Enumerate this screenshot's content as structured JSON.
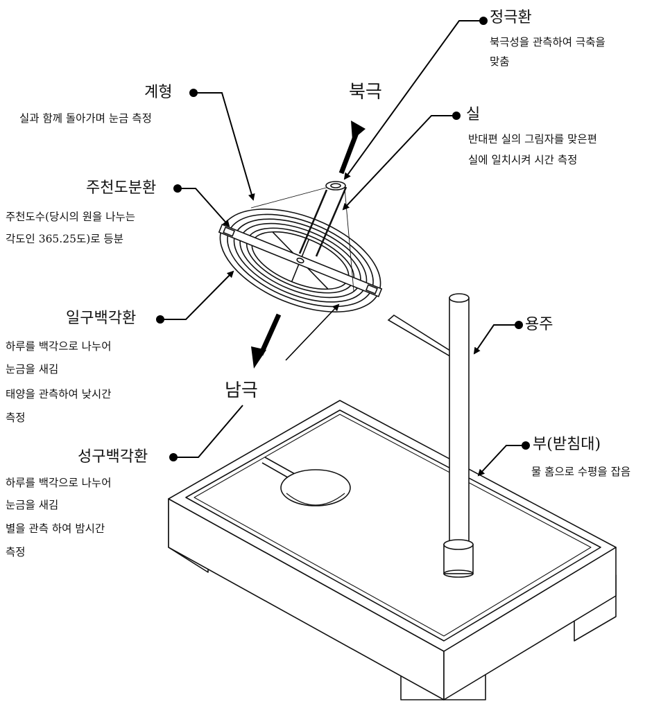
{
  "labels": {
    "jeonggeuk": {
      "title": "정극환",
      "desc": [
        "북극성을 관측하여 극축을",
        "맞춤"
      ]
    },
    "gyehyeong": {
      "title": "계형",
      "desc": [
        "실과 함께 돌아가며 눈금 측정"
      ]
    },
    "sil": {
      "title": "실",
      "desc": [
        "반대편 실의 그림자를 맞은편",
        "실에 일치시켜 시간 측정"
      ]
    },
    "jucheon": {
      "title": "주천도분환",
      "desc": [
        "주천도수(당시의 원을 나누는",
        "각도인 365.25도)로 등분"
      ]
    },
    "ilgu": {
      "title": "일구백각환",
      "desc": [
        "하루를 백각으로 나누어",
        "눈금을 새김",
        "태양을 관측하여 낮시간",
        "측정"
      ]
    },
    "seonggu": {
      "title": "성구백각환",
      "desc": [
        "하루를 백각으로 나누어",
        "눈금을 새김",
        "별을 관측 하여 밤시간",
        "측정"
      ]
    },
    "yongju": {
      "title": "용주",
      "desc": []
    },
    "bu": {
      "title": "부(받침대)",
      "desc": [
        "물 홈으로 수평을 잡음"
      ]
    }
  },
  "directions": {
    "north": "북극",
    "south": "남극"
  }
}
